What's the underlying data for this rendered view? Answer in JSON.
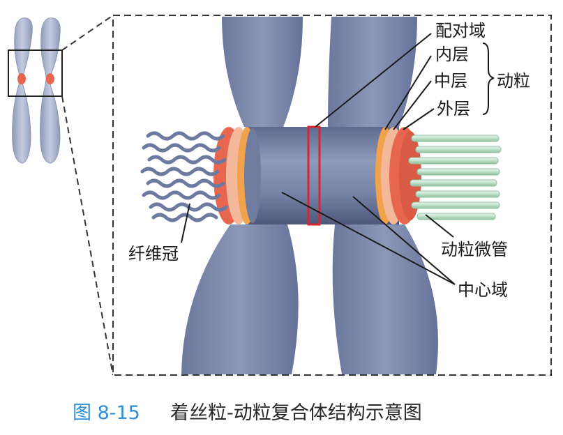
{
  "labels": {
    "pairing_domain": "配对域",
    "inner_layer": "内层",
    "middle_layer": "中层",
    "outer_layer": "外层",
    "kinetochore": "动粒",
    "fibrous_corona": "纤维冠",
    "kinetochore_microtubules": "动粒微管",
    "central_domain": "中心域"
  },
  "caption": {
    "number": "图 8-15",
    "text": "着丝粒-动粒复合体结构示意图"
  },
  "colors": {
    "chromatid": "#7a87aa",
    "chromatid_dark": "#4f5b7d",
    "outer_kinetochore": "#e8664f",
    "middle_kinetochore": "#f3b79a",
    "inner_kinetochore": "#f2a24a",
    "pairing_box": "#d8262e",
    "microtubule": "#cfe8d6",
    "caption_blue": "#2e8fd6"
  }
}
